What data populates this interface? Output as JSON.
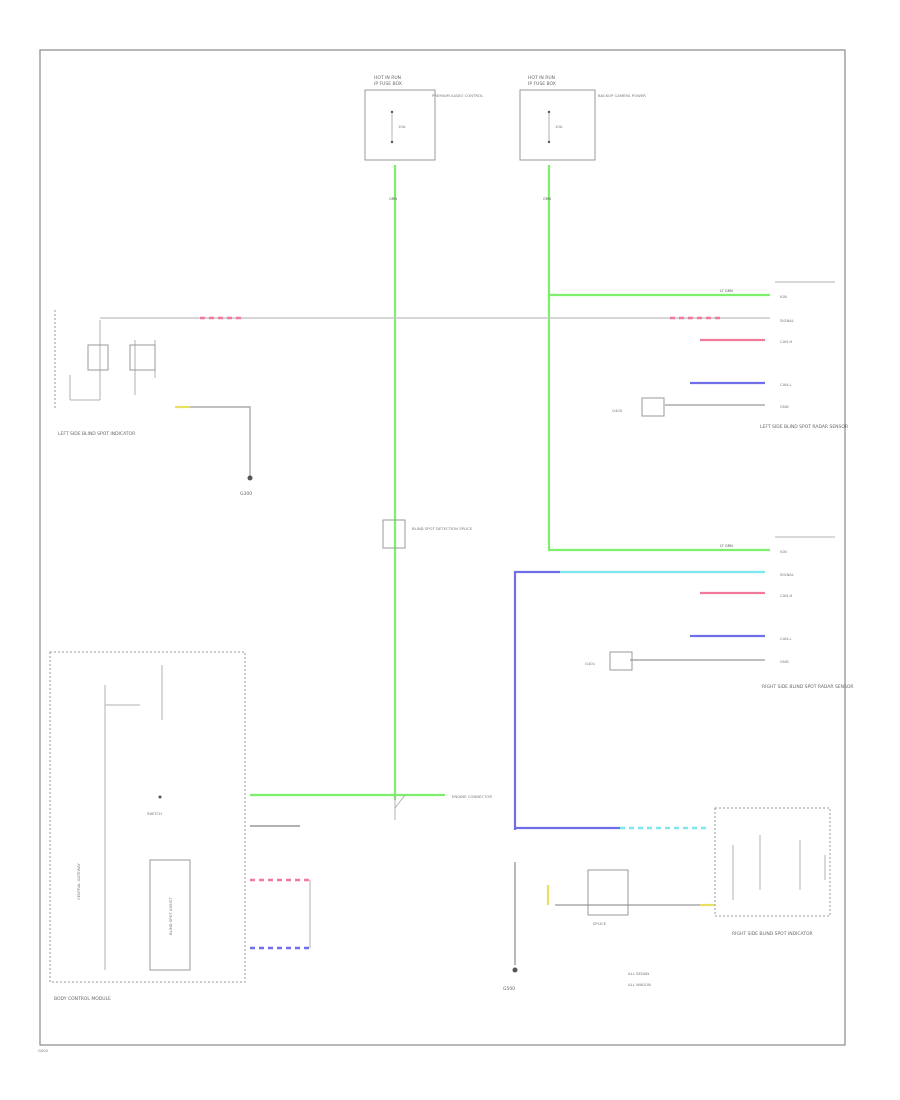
{
  "colors": {
    "green": "#7CF06A",
    "blue": "#6F6FE8",
    "cyan": "#7FE8EE",
    "pink": "#F07A9C",
    "yellow": "#E8E060",
    "gray": "#B4B4B4",
    "frame": "#8A8A8A"
  },
  "fuse_left": {
    "title": "HOT IN RUN",
    "sub": "IP FUSE BOX",
    "fuse": "10A",
    "desc": "PREMIUM AUDIO CONTROL"
  },
  "fuse_right": {
    "title": "HOT IN RUN",
    "sub": "IP FUSE BOX",
    "fuse": "10A",
    "desc": "BACKUP CAMERA POWER"
  },
  "left_indicator": {
    "label": "LEFT SIDE BLIND SPOT INDICATOR"
  },
  "left_ground": {
    "label": "G300"
  },
  "splice_center": {
    "label": "BLIND SPOT DETECTION SPLICE"
  },
  "left_radar": {
    "label": "LEFT SIDE BLIND SPOT RADAR SENSOR",
    "ground": "G400",
    "pins": [
      "IGN",
      "SIGNAL",
      "CAN-H",
      "CAN-L",
      "GND"
    ]
  },
  "right_radar": {
    "label": "RIGHT SIDE BLIND SPOT RADAR SENSOR",
    "ground": "G401",
    "pins": [
      "IGN",
      "SIGNAL",
      "CAN-H",
      "CAN-L",
      "GND"
    ]
  },
  "module": {
    "label": "BODY CONTROL MODULE",
    "inner_label": "CENTRAL GATEWAY",
    "sub_box": "BLIND SPOT ASSIST",
    "switch_label": "SWITCH"
  },
  "connector_center": {
    "label": "ENGINE CONNECTOR"
  },
  "splice_bottom": {
    "label": "SPLICE"
  },
  "right_indicator": {
    "label": "RIGHT SIDE BLIND SPOT INDICATOR"
  },
  "ground_bottom": {
    "label": "G500"
  },
  "legend": {
    "line1": "ALL SEDAN",
    "line2": "ALL WAGON"
  },
  "footer": "G002"
}
